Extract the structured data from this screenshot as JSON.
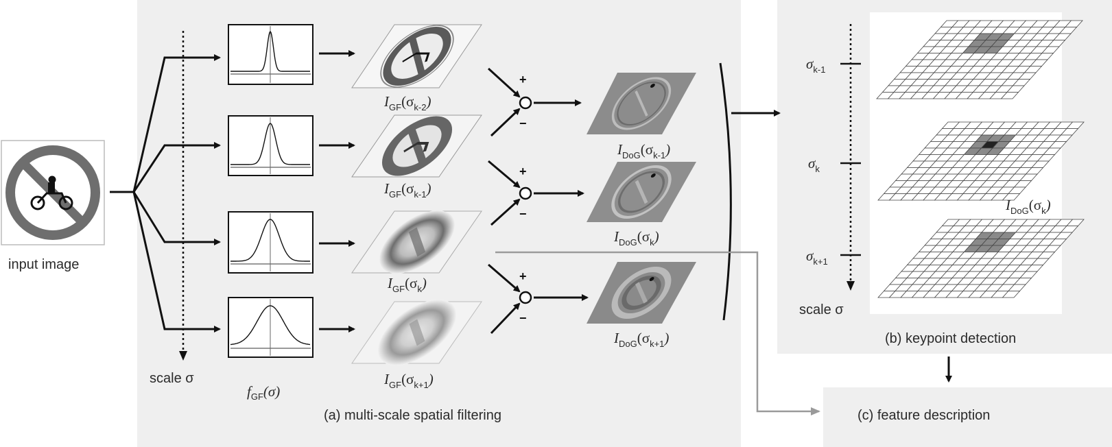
{
  "input": {
    "label": "input image"
  },
  "panel_a": {
    "caption": "(a) multi-scale spatial filtering",
    "scale_label": "scale σ",
    "filter_label": {
      "base": "f",
      "sub": "GF",
      "arg": "(σ)"
    },
    "gf_images": [
      {
        "base": "I",
        "sub": "GF",
        "arg_base": "(σ",
        "arg_sub": "k-2",
        "close": ")"
      },
      {
        "base": "I",
        "sub": "GF",
        "arg_base": "(σ",
        "arg_sub": "k-1",
        "close": ")"
      },
      {
        "base": "I",
        "sub": "GF",
        "arg_base": "(σ",
        "arg_sub": "k",
        "close": ")"
      },
      {
        "base": "I",
        "sub": "GF",
        "arg_base": "(σ",
        "arg_sub": "k+1",
        "close": ")"
      }
    ],
    "dog_images": [
      {
        "base": "I",
        "sub": "DoG",
        "arg_base": "(σ",
        "arg_sub": "k-1",
        "close": ")"
      },
      {
        "base": "I",
        "sub": "DoG",
        "arg_base": "(σ",
        "arg_sub": "k",
        "close": ")"
      },
      {
        "base": "I",
        "sub": "DoG",
        "arg_base": "(σ",
        "arg_sub": "k+1",
        "close": ")"
      }
    ],
    "plus": "+",
    "minus": "−"
  },
  "panel_b": {
    "caption": "(b) keypoint detection",
    "scale_label": "scale σ",
    "sigma_ticks": [
      {
        "base": "σ",
        "sub": "k-1"
      },
      {
        "base": "σ",
        "sub": "k"
      },
      {
        "base": "σ",
        "sub": "k+1"
      }
    ],
    "grid_label": {
      "base": "I",
      "sub": "DoG",
      "arg_base": "(σ",
      "arg_sub": "k",
      "close": ")"
    }
  },
  "panel_c": {
    "caption": "(c) feature description"
  },
  "colors": {
    "panel_bg": "#efefef",
    "sign_gray": "#6f6f6f",
    "dog_gray": "#8c8c8c",
    "grid_line": "#444444"
  }
}
